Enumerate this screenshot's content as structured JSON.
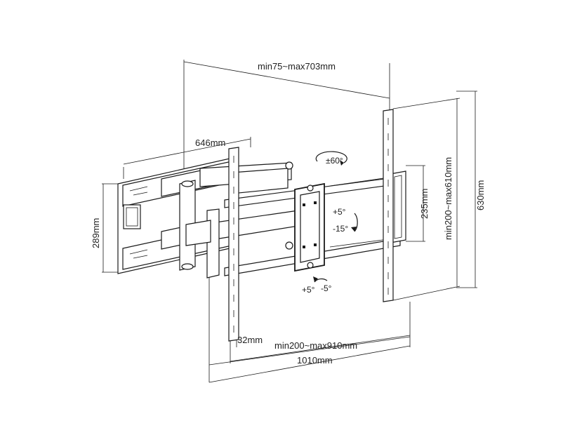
{
  "dimensions": {
    "arm_extension": "min75~max703mm",
    "backplate_width": "646mm",
    "backplate_height": "289mm",
    "tilt_block_height": "235mm",
    "vesa_vertical": "min200~max610mm",
    "total_height": "630mm",
    "rail_offset": "32mm",
    "vesa_horizontal": "min200~max910mm",
    "total_width": "1010mm"
  },
  "rotation": {
    "swivel": "±60°",
    "tilt_up": "+5°",
    "tilt_down": "-15°",
    "level_plus": "+5°",
    "level_minus": "-5°"
  },
  "colors": {
    "line": "#1a1a1a",
    "background": "#ffffff"
  }
}
